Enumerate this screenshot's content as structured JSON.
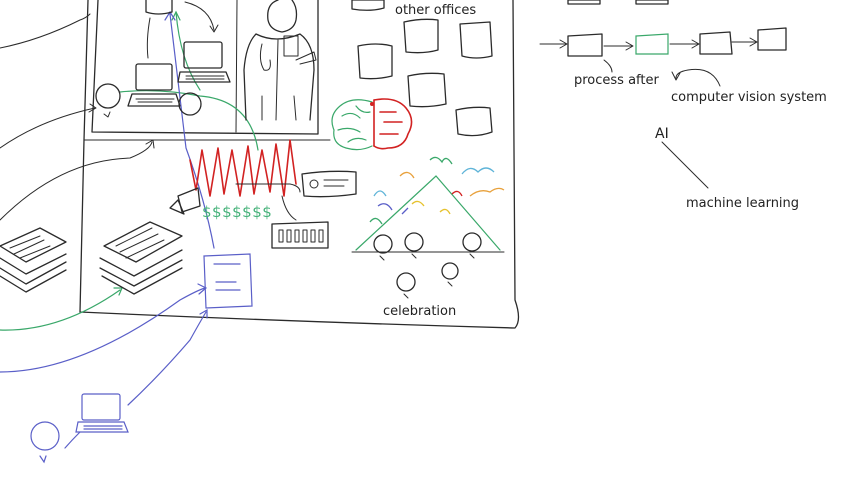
{
  "labels": {
    "other_offices": "other offices",
    "process_after": "process after",
    "computer_vision_system": "computer vision system",
    "ai": "AI",
    "machine_learning": "machine learning",
    "celebration": "celebration",
    "money": "$$$$$$$"
  },
  "colors": {
    "ink": "#2b2b2b",
    "green": "#3aa86a",
    "blue": "#5a5fc8",
    "red": "#d22222",
    "confetti": [
      "#e8a13c",
      "#5fb4d8",
      "#3aa86a",
      "#d22222",
      "#5a5fc8",
      "#e6c22e"
    ]
  },
  "icons": [
    "laptop-icon",
    "person-icon",
    "doctor-icon",
    "brain-icon",
    "signal-waveform-icon",
    "camera-icon",
    "id-card-icon",
    "circuit-board-icon",
    "document-stack-icon",
    "report-document-icon",
    "sticky-note-icon",
    "pyramid-icon"
  ]
}
